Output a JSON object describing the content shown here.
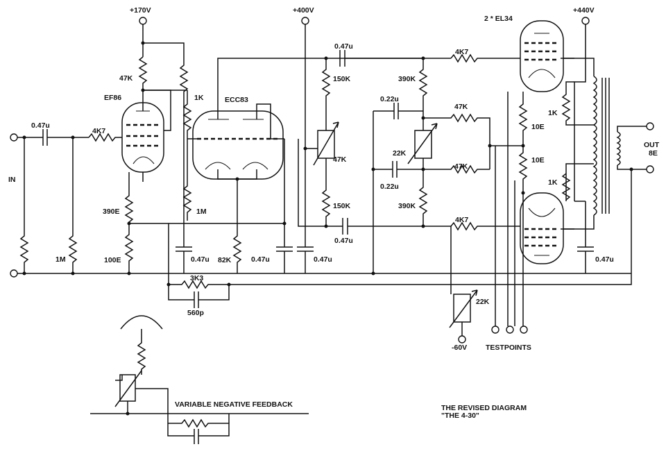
{
  "labels": {
    "v170": "+170V",
    "v400": "+400V",
    "v440": "+440V",
    "tubes_out": "2 * EL34",
    "ef86": "EF86",
    "ecc83": "ECC83",
    "in": "IN",
    "out": "OUT",
    "out_imp": "8E",
    "c_in": "0.47u",
    "r_grid": "4K7",
    "r_47k_plate": "47K",
    "r_1k": "1K",
    "r_390e": "390E",
    "r_100e": "100E",
    "r_1m_in": "1M",
    "r_1m": "1M",
    "c_047_a": "0.47u",
    "r_82k": "82K",
    "c_047_b": "0.47u",
    "c_047_c": "0.47u",
    "r_3k3": "3K3",
    "c_560p": "560p",
    "c_top": "0.47u",
    "c_bot": "0.47u",
    "r_150k_top": "150K",
    "r_150k_bot": "150K",
    "pot_47k": "47K",
    "r_390k_top": "390K",
    "r_390k_bot": "390K",
    "c_022_top": "0.22u",
    "c_022_bot": "0.22u",
    "r_47k_a": "47K",
    "r_47k_b": "47K",
    "pot_22k": "22K",
    "r_4k7_top": "4K7",
    "r_4k7_bot": "4K7",
    "r_1k_top": "1K",
    "r_1k_bot": "1K",
    "r_10e_top": "10E",
    "r_10e_bot": "10E",
    "c_047_out": "0.47u",
    "pot_22k_bias": "22K",
    "v_neg60": "-60V",
    "testpoints": "TESTPOINTS",
    "var_feedback": "VARIABLE NEGATIVE FEEDBACK",
    "title1": "THE REVISED DIAGRAM",
    "title2": "\"THE 4-30\""
  }
}
